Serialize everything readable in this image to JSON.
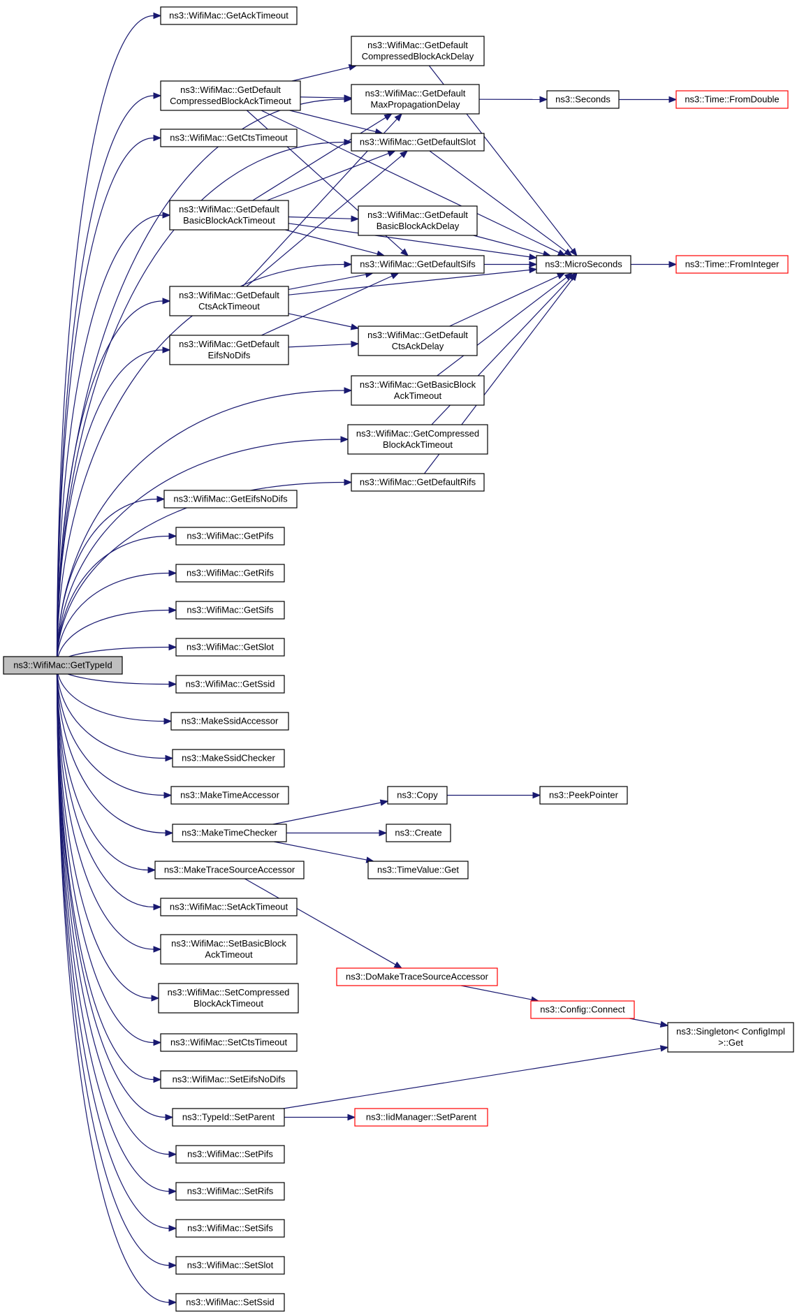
{
  "graph": {
    "nodes": {
      "root": {
        "label": [
          "ns3::WifiMac::GetTypeId"
        ],
        "root": true
      },
      "getAckTimeout": {
        "label": [
          "ns3::WifiMac::GetAckTimeout"
        ]
      },
      "getDefCompBATimeout": {
        "label": [
          "ns3::WifiMac::GetDefault",
          "CompressedBlockAckTimeout"
        ]
      },
      "getCtsTimeout": {
        "label": [
          "ns3::WifiMac::GetCtsTimeout"
        ]
      },
      "getDefBasicBATimeout": {
        "label": [
          "ns3::WifiMac::GetDefault",
          "BasicBlockAckTimeout"
        ]
      },
      "getDefCtsAckTimeout": {
        "label": [
          "ns3::WifiMac::GetDefault",
          "CtsAckTimeout"
        ]
      },
      "getDefEifsNoDifs": {
        "label": [
          "ns3::WifiMac::GetDefault",
          "EifsNoDifs"
        ]
      },
      "getDefCompBADelay": {
        "label": [
          "ns3::WifiMac::GetDefault",
          "CompressedBlockAckDelay"
        ]
      },
      "getDefMaxPropDelay": {
        "label": [
          "ns3::WifiMac::GetDefault",
          "MaxPropagationDelay"
        ]
      },
      "getDefSlot": {
        "label": [
          "ns3::WifiMac::GetDefaultSlot"
        ]
      },
      "getDefBasicBADelay": {
        "label": [
          "ns3::WifiMac::GetDefault",
          "BasicBlockAckDelay"
        ]
      },
      "getDefSifs": {
        "label": [
          "ns3::WifiMac::GetDefaultSifs"
        ]
      },
      "getDefCtsAckDelay": {
        "label": [
          "ns3::WifiMac::GetDefault",
          "CtsAckDelay"
        ]
      },
      "getBasicBATimeout": {
        "label": [
          "ns3::WifiMac::GetBasicBlock",
          "AckTimeout"
        ]
      },
      "getCompBATimeout": {
        "label": [
          "ns3::WifiMac::GetCompressed",
          "BlockAckTimeout"
        ]
      },
      "getDefRifs": {
        "label": [
          "ns3::WifiMac::GetDefaultRifs"
        ]
      },
      "seconds": {
        "label": [
          "ns3::Seconds"
        ]
      },
      "microSeconds": {
        "label": [
          "ns3::MicroSeconds"
        ]
      },
      "fromDouble": {
        "label": [
          "ns3::Time::FromDouble"
        ],
        "truncated": true
      },
      "fromInteger": {
        "label": [
          "ns3::Time::FromInteger"
        ],
        "truncated": true
      },
      "getEifsNoDifs": {
        "label": [
          "ns3::WifiMac::GetEifsNoDifs"
        ]
      },
      "getPifs": {
        "label": [
          "ns3::WifiMac::GetPifs"
        ]
      },
      "getRifs": {
        "label": [
          "ns3::WifiMac::GetRifs"
        ]
      },
      "getSifs": {
        "label": [
          "ns3::WifiMac::GetSifs"
        ]
      },
      "getSlot": {
        "label": [
          "ns3::WifiMac::GetSlot"
        ]
      },
      "getSsid": {
        "label": [
          "ns3::WifiMac::GetSsid"
        ]
      },
      "makeSsidAccessor": {
        "label": [
          "ns3::MakeSsidAccessor"
        ]
      },
      "makeSsidChecker": {
        "label": [
          "ns3::MakeSsidChecker"
        ]
      },
      "makeTimeAccessor": {
        "label": [
          "ns3::MakeTimeAccessor"
        ]
      },
      "makeTimeChecker": {
        "label": [
          "ns3::MakeTimeChecker"
        ]
      },
      "makeTraceSrcAccessor": {
        "label": [
          "ns3::MakeTraceSourceAccessor"
        ]
      },
      "setAckTimeout": {
        "label": [
          "ns3::WifiMac::SetAckTimeout"
        ]
      },
      "setBasicBATimeout": {
        "label": [
          "ns3::WifiMac::SetBasicBlock",
          "AckTimeout"
        ]
      },
      "setCompBATimeout": {
        "label": [
          "ns3::WifiMac::SetCompressed",
          "BlockAckTimeout"
        ]
      },
      "setCtsTimeout": {
        "label": [
          "ns3::WifiMac::SetCtsTimeout"
        ]
      },
      "setEifsNoDifs": {
        "label": [
          "ns3::WifiMac::SetEifsNoDifs"
        ]
      },
      "typeIdSetParent": {
        "label": [
          "ns3::TypeId::SetParent"
        ]
      },
      "setPifs": {
        "label": [
          "ns3::WifiMac::SetPifs"
        ]
      },
      "setRifs": {
        "label": [
          "ns3::WifiMac::SetRifs"
        ]
      },
      "setSifs": {
        "label": [
          "ns3::WifiMac::SetSifs"
        ]
      },
      "setSlot": {
        "label": [
          "ns3::WifiMac::SetSlot"
        ]
      },
      "setSsid": {
        "label": [
          "ns3::WifiMac::SetSsid"
        ]
      },
      "copy": {
        "label": [
          "ns3::Copy"
        ]
      },
      "create": {
        "label": [
          "ns3::Create"
        ]
      },
      "timeValueGet": {
        "label": [
          "ns3::TimeValue::Get"
        ]
      },
      "peekPointer": {
        "label": [
          "ns3::PeekPointer"
        ]
      },
      "doMakeTraceSrcAccessor": {
        "label": [
          "ns3::DoMakeTraceSourceAccessor"
        ],
        "truncated": true
      },
      "configConnect": {
        "label": [
          "ns3::Config::Connect"
        ],
        "truncated": true
      },
      "singletonGet": {
        "label": [
          "ns3::Singleton< ConfigImpl",
          " >::Get"
        ]
      },
      "iidManagerSetParent": {
        "label": [
          "ns3::IidManager::SetParent"
        ],
        "truncated": true
      }
    },
    "edges": [
      [
        "root",
        "getAckTimeout"
      ],
      [
        "root",
        "getDefCompBATimeout"
      ],
      [
        "root",
        "getCtsTimeout"
      ],
      [
        "root",
        "getDefBasicBATimeout"
      ],
      [
        "root",
        "getDefCtsAckTimeout"
      ],
      [
        "root",
        "getDefEifsNoDifs"
      ],
      [
        "root",
        "getDefMaxPropDelay"
      ],
      [
        "root",
        "getDefSlot"
      ],
      [
        "root",
        "getDefSifs"
      ],
      [
        "root",
        "getBasicBATimeout"
      ],
      [
        "root",
        "getCompBATimeout"
      ],
      [
        "root",
        "getDefRifs"
      ],
      [
        "root",
        "getEifsNoDifs"
      ],
      [
        "root",
        "getPifs"
      ],
      [
        "root",
        "getRifs"
      ],
      [
        "root",
        "getSifs"
      ],
      [
        "root",
        "getSlot"
      ],
      [
        "root",
        "getSsid"
      ],
      [
        "root",
        "makeSsidAccessor"
      ],
      [
        "root",
        "makeSsidChecker"
      ],
      [
        "root",
        "makeTimeAccessor"
      ],
      [
        "root",
        "makeTimeChecker"
      ],
      [
        "root",
        "makeTraceSrcAccessor"
      ],
      [
        "root",
        "setAckTimeout"
      ],
      [
        "root",
        "setBasicBATimeout"
      ],
      [
        "root",
        "setCompBATimeout"
      ],
      [
        "root",
        "setCtsTimeout"
      ],
      [
        "root",
        "setEifsNoDifs"
      ],
      [
        "root",
        "typeIdSetParent"
      ],
      [
        "root",
        "setPifs"
      ],
      [
        "root",
        "setRifs"
      ],
      [
        "root",
        "setSifs"
      ],
      [
        "root",
        "setSlot"
      ],
      [
        "root",
        "setSsid"
      ],
      [
        "getDefCompBATimeout",
        "getDefCompBADelay"
      ],
      [
        "getDefCompBATimeout",
        "getDefMaxPropDelay"
      ],
      [
        "getDefCompBATimeout",
        "getDefSlot"
      ],
      [
        "getDefCompBATimeout",
        "getDefSifs"
      ],
      [
        "getDefCompBATimeout",
        "microSeconds"
      ],
      [
        "getDefBasicBATimeout",
        "getDefMaxPropDelay"
      ],
      [
        "getDefBasicBATimeout",
        "getDefSlot"
      ],
      [
        "getDefBasicBATimeout",
        "getDefBasicBADelay"
      ],
      [
        "getDefBasicBATimeout",
        "getDefSifs"
      ],
      [
        "getDefBasicBATimeout",
        "microSeconds"
      ],
      [
        "getDefCtsAckTimeout",
        "getDefMaxPropDelay"
      ],
      [
        "getDefCtsAckTimeout",
        "getDefSlot"
      ],
      [
        "getDefCtsAckTimeout",
        "getDefSifs"
      ],
      [
        "getDefCtsAckTimeout",
        "getDefCtsAckDelay"
      ],
      [
        "getDefCtsAckTimeout",
        "microSeconds"
      ],
      [
        "getDefEifsNoDifs",
        "getDefSifs"
      ],
      [
        "getDefEifsNoDifs",
        "getDefCtsAckDelay"
      ],
      [
        "getDefCompBADelay",
        "microSeconds"
      ],
      [
        "getDefMaxPropDelay",
        "seconds"
      ],
      [
        "getDefSlot",
        "microSeconds"
      ],
      [
        "getDefBasicBADelay",
        "microSeconds"
      ],
      [
        "getDefSifs",
        "microSeconds"
      ],
      [
        "getDefCtsAckDelay",
        "microSeconds"
      ],
      [
        "getBasicBATimeout",
        "microSeconds"
      ],
      [
        "getCompBATimeout",
        "microSeconds"
      ],
      [
        "getDefRifs",
        "microSeconds"
      ],
      [
        "seconds",
        "fromDouble"
      ],
      [
        "microSeconds",
        "fromInteger"
      ],
      [
        "makeTimeChecker",
        "copy"
      ],
      [
        "makeTimeChecker",
        "create"
      ],
      [
        "makeTimeChecker",
        "timeValueGet"
      ],
      [
        "copy",
        "peekPointer"
      ],
      [
        "makeTraceSrcAccessor",
        "doMakeTraceSrcAccessor"
      ],
      [
        "doMakeTraceSrcAccessor",
        "configConnect"
      ],
      [
        "configConnect",
        "singletonGet"
      ],
      [
        "typeIdSetParent",
        "singletonGet"
      ],
      [
        "typeIdSetParent",
        "iidManagerSetParent"
      ]
    ]
  },
  "colors": {
    "edge": "#191970",
    "root_fill": "#bfbfbf",
    "node_border": "#000000",
    "truncated_border": "#ff0000"
  }
}
